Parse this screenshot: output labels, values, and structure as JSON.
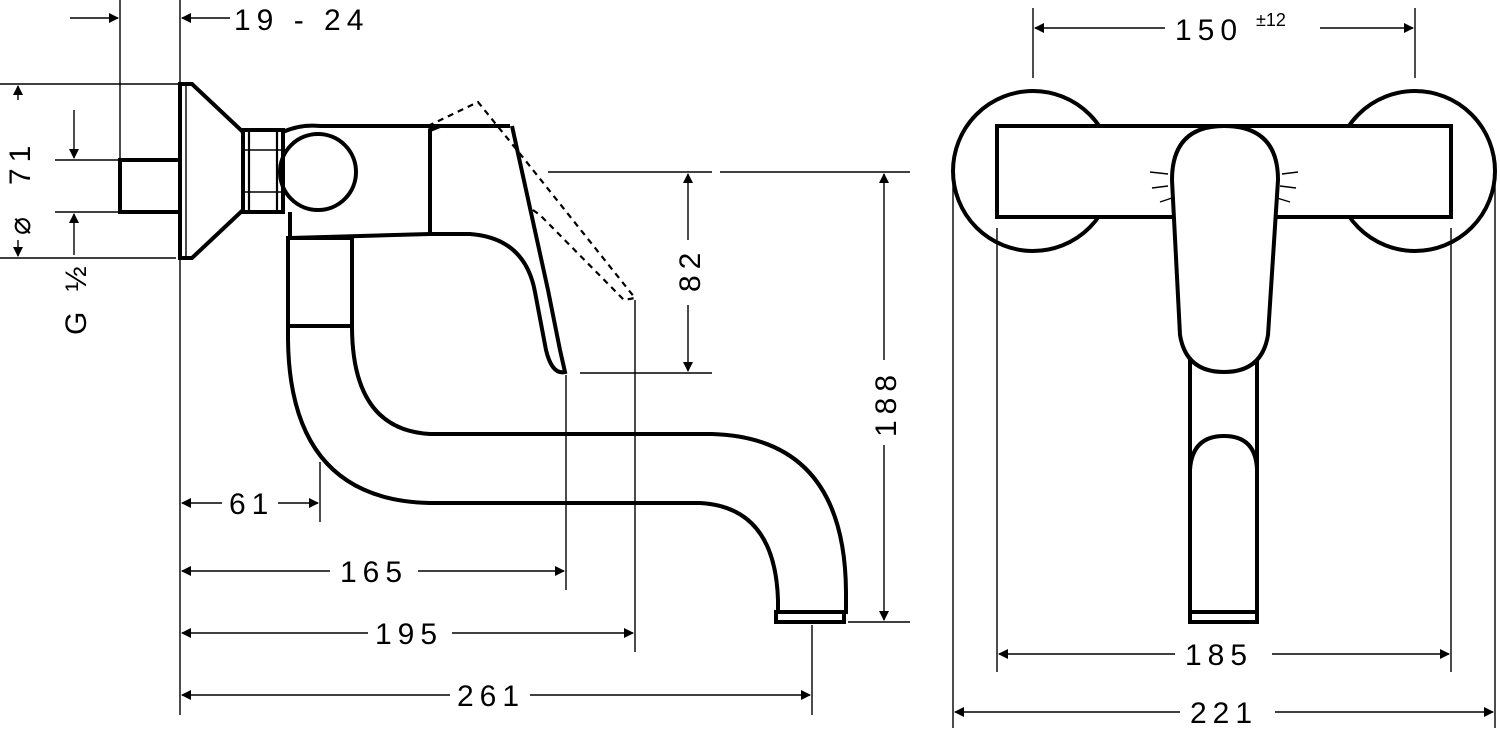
{
  "dimensions": {
    "wall_gap": "19 - 24",
    "diameter_symbol": "⌀",
    "diameter": "71",
    "thread": "G ½",
    "lever_height": "82",
    "total_height": "188",
    "dim_61": "61",
    "dim_165": "165",
    "dim_195": "195",
    "dim_261": "261",
    "centers": "150",
    "centers_tolerance": "±12",
    "dim_185": "185",
    "dim_221": "221"
  }
}
